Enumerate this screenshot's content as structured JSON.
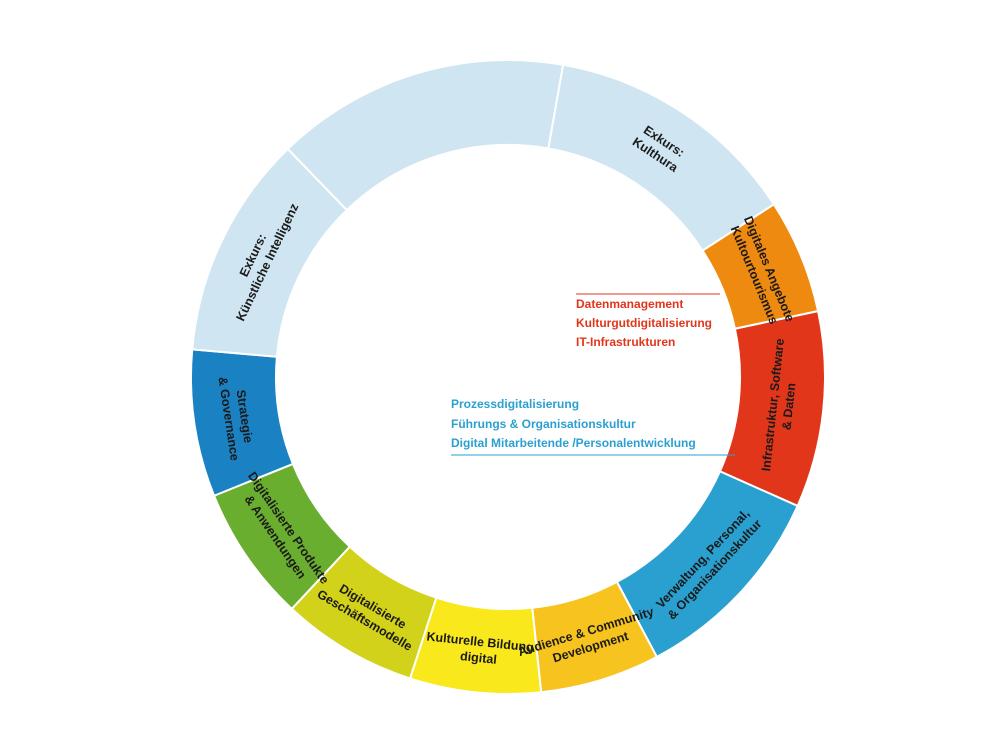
{
  "segments": [
    {
      "id": "kulthura",
      "lines": [
        "Exkurs:",
        "Kulthura"
      ],
      "color": "#cfe5f1",
      "start": -80,
      "end": -33
    },
    {
      "id": "kulturtourismus",
      "lines": [
        "Digitales Angebote",
        "Kultourtourismus"
      ],
      "color": "#ef8a10",
      "start": -33,
      "end": -12
    },
    {
      "id": "infrastruktur",
      "lines": [
        "Infrastruktur, Software",
        "& Daten"
      ],
      "color": "#e2361b",
      "start": -12,
      "end": 24
    },
    {
      "id": "verwaltung",
      "lines": [
        "Verwaltung, Personal,",
        "& Organisationskultur"
      ],
      "color": "#2aa0d0",
      "start": 24,
      "end": 62
    },
    {
      "id": "audience",
      "lines": [
        "Audience & Community",
        "Development"
      ],
      "color": "#f7c31e",
      "start": 62,
      "end": 84
    },
    {
      "id": "kulturelle-bildung",
      "lines": [
        "Kulturelle Bildung",
        "digital"
      ],
      "color": "#f8e81c",
      "start": 84,
      "end": 108
    },
    {
      "id": "geschaeftsmodelle",
      "lines": [
        "Digitalisierte",
        "Geschäftsmodelle"
      ],
      "color": "#d2d21a",
      "start": 108,
      "end": 133
    },
    {
      "id": "produkte",
      "lines": [
        "Digitalisierte Produkte",
        "& Anwendungen"
      ],
      "color": "#6aae2f",
      "start": 133,
      "end": 158
    },
    {
      "id": "strategie",
      "lines": [
        "Strategie",
        "& Governance"
      ],
      "color": "#1a82c3",
      "start": 158,
      "end": 185
    },
    {
      "id": "ki",
      "lines": [
        "Exkurs:",
        "Künstliche Intelligenz"
      ],
      "color": "#cfe5f1",
      "start": 185,
      "end": 226
    },
    {
      "id": "kulthura-b",
      "lines": [],
      "color": "#cfe5f1",
      "start": 226,
      "end": 280
    }
  ],
  "red_notes": {
    "color": "#e2361b",
    "items": [
      "Datenmanagement",
      "Kulturgutdigitalisierung",
      "IT-Infrastrukturen"
    ]
  },
  "blue_notes": {
    "color": "#2aa0d0",
    "items": [
      "Prozessdigitalisierung",
      "Führungs & Organisationskultur",
      "Digital Mitarbeitende /Personalentwicklung"
    ]
  }
}
